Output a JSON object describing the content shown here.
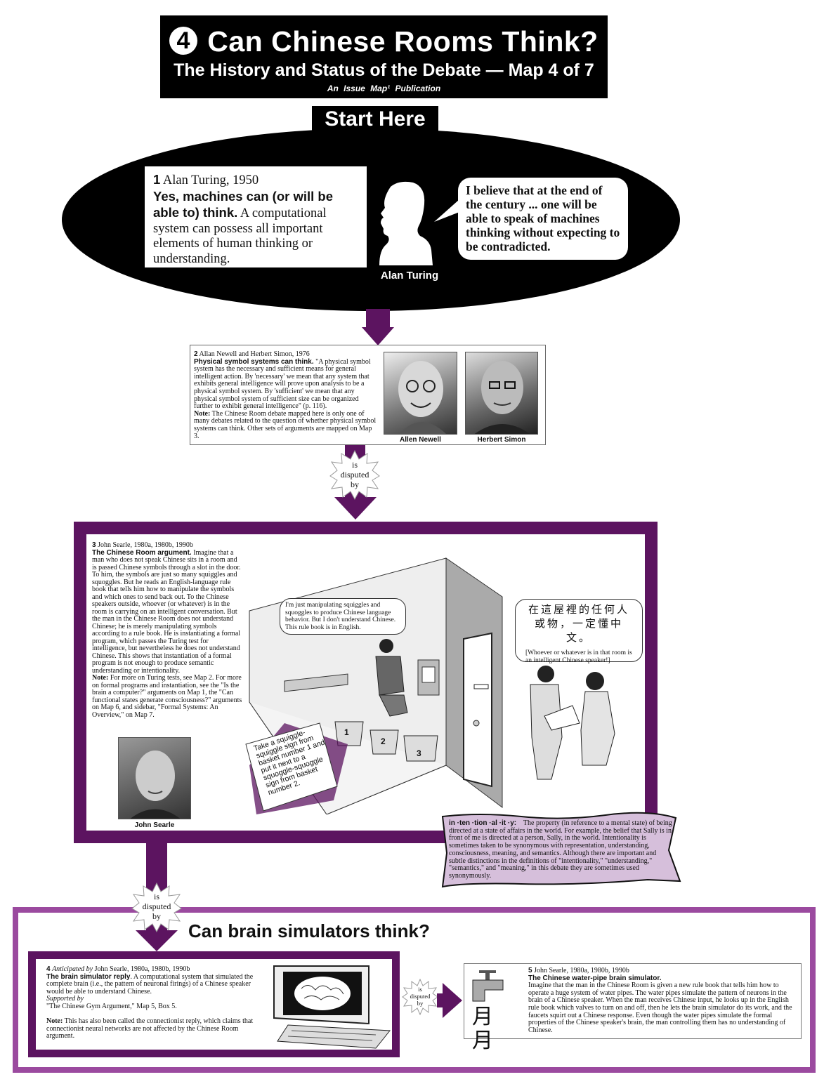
{
  "header": {
    "map_number": "4",
    "title": "Can Chinese Rooms Think?",
    "subtitle": "The History and Status of the Debate — Map 4 of 7",
    "publication": "An Issue Map¹ Publication"
  },
  "start_label": "Start Here",
  "box1": {
    "number": "1",
    "author": "Alan Turing, 1950",
    "claim": "Yes, machines can (or will be able to) think.",
    "body": "A computational system can possess all important elements of human thinking or understanding.",
    "quote": "I believe that at the end of the century ... one will be able to speak of machines thinking without expecting to be contradicted.",
    "portrait_label": "Alan Turing"
  },
  "box2": {
    "number": "2",
    "author": "Allan Newell and Herbert Simon, 1976",
    "claim": "Physical symbol systems can think.",
    "body": "\"A physical symbol system has the necessary and sufficient means for general intelligent action. By 'necessary' we mean that any system that exhibits general intelligence will prove upon analysis to be a physical symbol system. By 'sufficient' we mean that any physical symbol system of sufficient size can be organized further to exhibit general intelligence\" (p. 116).",
    "note_label": "Note:",
    "note": "The Chinese Room debate mapped here is only one of many debates related to the question of whether physical symbol systems can think. Other sets of arguments are mapped on Map 3.",
    "photo1_label": "Allen Newell",
    "photo2_label": "Herbert Simon"
  },
  "connectors": {
    "disputed1": [
      "is",
      "disputed",
      "by"
    ],
    "disputed2": [
      "is",
      "disputed",
      "by"
    ],
    "disputed3": [
      "is",
      "disputed",
      "by"
    ]
  },
  "box3": {
    "number": "3",
    "author": "John Searle, 1980a, 1980b, 1990b",
    "claim": "The Chinese Room argument.",
    "body": "Imagine that a man who does not speak Chinese sits in a room and is passed Chinese symbols through a slot in the door. To him, the symbols are just so many squiggles and squoggles. But he reads an English-language rule book that tells him how to manipulate the symbols and which ones to send back out. To the Chinese speakers outside, whoever (or whatever) is in the room is carrying on an intelligent conversation. But the man in the Chinese Room does not understand Chinese; he is merely manipulating symbols according to a rule book. He is instantiating a formal program, which passes the Turing test for intelligence, but nevertheless he does not understand Chinese. This shows that instantiation of a formal program is not enough to produce semantic understanding or intentionality.",
    "note_label": "Note:",
    "note": "For more on Turing tests, see Map 2. For more on formal programs and instantiation, see the \"Is the brain a computer?\" arguments on Map 1, the \"Can functional states generate consciousness?\" arguments on Map 6, and sidebar, \"Formal Systems: An Overview,\" on Map 7.",
    "photo_label": "John Searle",
    "man_bubble": "I'm just manipulating squiggles and squoggles to produce Chinese language behavior. But I don't understand Chinese. This rule book is in English.",
    "outside_chinese": "在這屋裡的任何人或物，一定懂中文。",
    "outside_translation": "[Whoever or whatever is in that room is an intelligent Chinese speaker!]",
    "rule_paper": "Take a squiggle-squiggle sign from basket number 1 and put it next to a squoggle-squoggle sign from basket number 2.",
    "baskets": [
      "1",
      "2",
      "3"
    ]
  },
  "definition": {
    "term": "in ·ten ·tion ·al ·it ·y:",
    "text": "The property (in reference to a mental state) of being directed at a state of affairs in the world. For example, the belief that Sally is in front of me is directed at a person, Sally, in the world. Intentionality is sometimes taken to be synonymous with representation, understanding, consciousness, meaning, and semantics. Although there are important and subtle distinctions in the definitions of \"intentionality,\" \"understanding,\" \"semantics,\" and \"meaning,\" in this debate they are sometimes used synonymously."
  },
  "section": {
    "title": "Can brain simulators think?"
  },
  "box4": {
    "number": "4",
    "anticipated": "Anticipated by",
    "author": "John Searle, 1980a, 1980b, 1990b",
    "claim": "The brain simulator reply",
    "body": ". A computational system that simulated the complete brain (i.e., the pattern of neuronal firings) of a Chinese speaker would be able to understand Chinese.",
    "supported_label": "Supported by",
    "supported": "\"The Chinese Gym Argument,\" Map 5, Box 5.",
    "note_label": "Note:",
    "note": "This has also been called the connectionist reply, which claims that connectionist neural networks are not affected by the Chinese Room argument."
  },
  "box5": {
    "number": "5",
    "author": "John Searle, 1980a, 1980b, 1990b",
    "claim": "The Chinese water-pipe brain simulator.",
    "body": "Imagine that the man in the Chinese Room is given a new rule book that tells him how to operate a huge system of water pipes. The water pipes simulate the pattern of neurons in the brain of a Chinese speaker. When the man receives Chinese input, he looks up in the English rule book which valves to turn on and off, then he lets the brain simulator do its work, and the faucets squirt out a Chinese response. Even though the water pipes simulate the formal properties of the Chinese speaker's brain, the man controlling them has no understanding of Chinese.",
    "faucet_glyphs": "月月"
  },
  "colors": {
    "dark_purple": "#5c1460",
    "light_purple": "#9b4a9f",
    "definition_bg": "#d6bfdb"
  }
}
